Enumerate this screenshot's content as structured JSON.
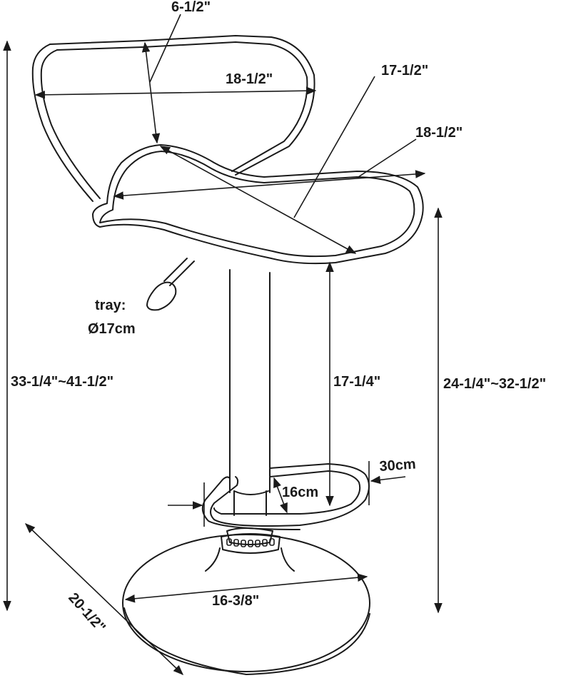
{
  "figure": {
    "subject": "Adjustable bar stool dimension drawing",
    "colors": {
      "line": "#1a1a1a",
      "background": "#ffffff"
    }
  },
  "dimensions": {
    "backrest_height": "6-1/2\"",
    "backrest_width": "18-1/2\"",
    "seat_depth": "17-1/2\"",
    "seat_width": "18-1/2\"",
    "tray_label": "tray:",
    "tray_diameter": "Ø17cm",
    "overall_height": "33-1/4\"~41-1/2\"",
    "seat_to_footrest": "17-1/4\"",
    "seat_height": "24-1/4\"~32-1/2\"",
    "footrest_height": "30cm",
    "footrest_depth": "16cm",
    "base_diameter": "16-3/8\"",
    "overall_depth": "20-1/2\""
  }
}
